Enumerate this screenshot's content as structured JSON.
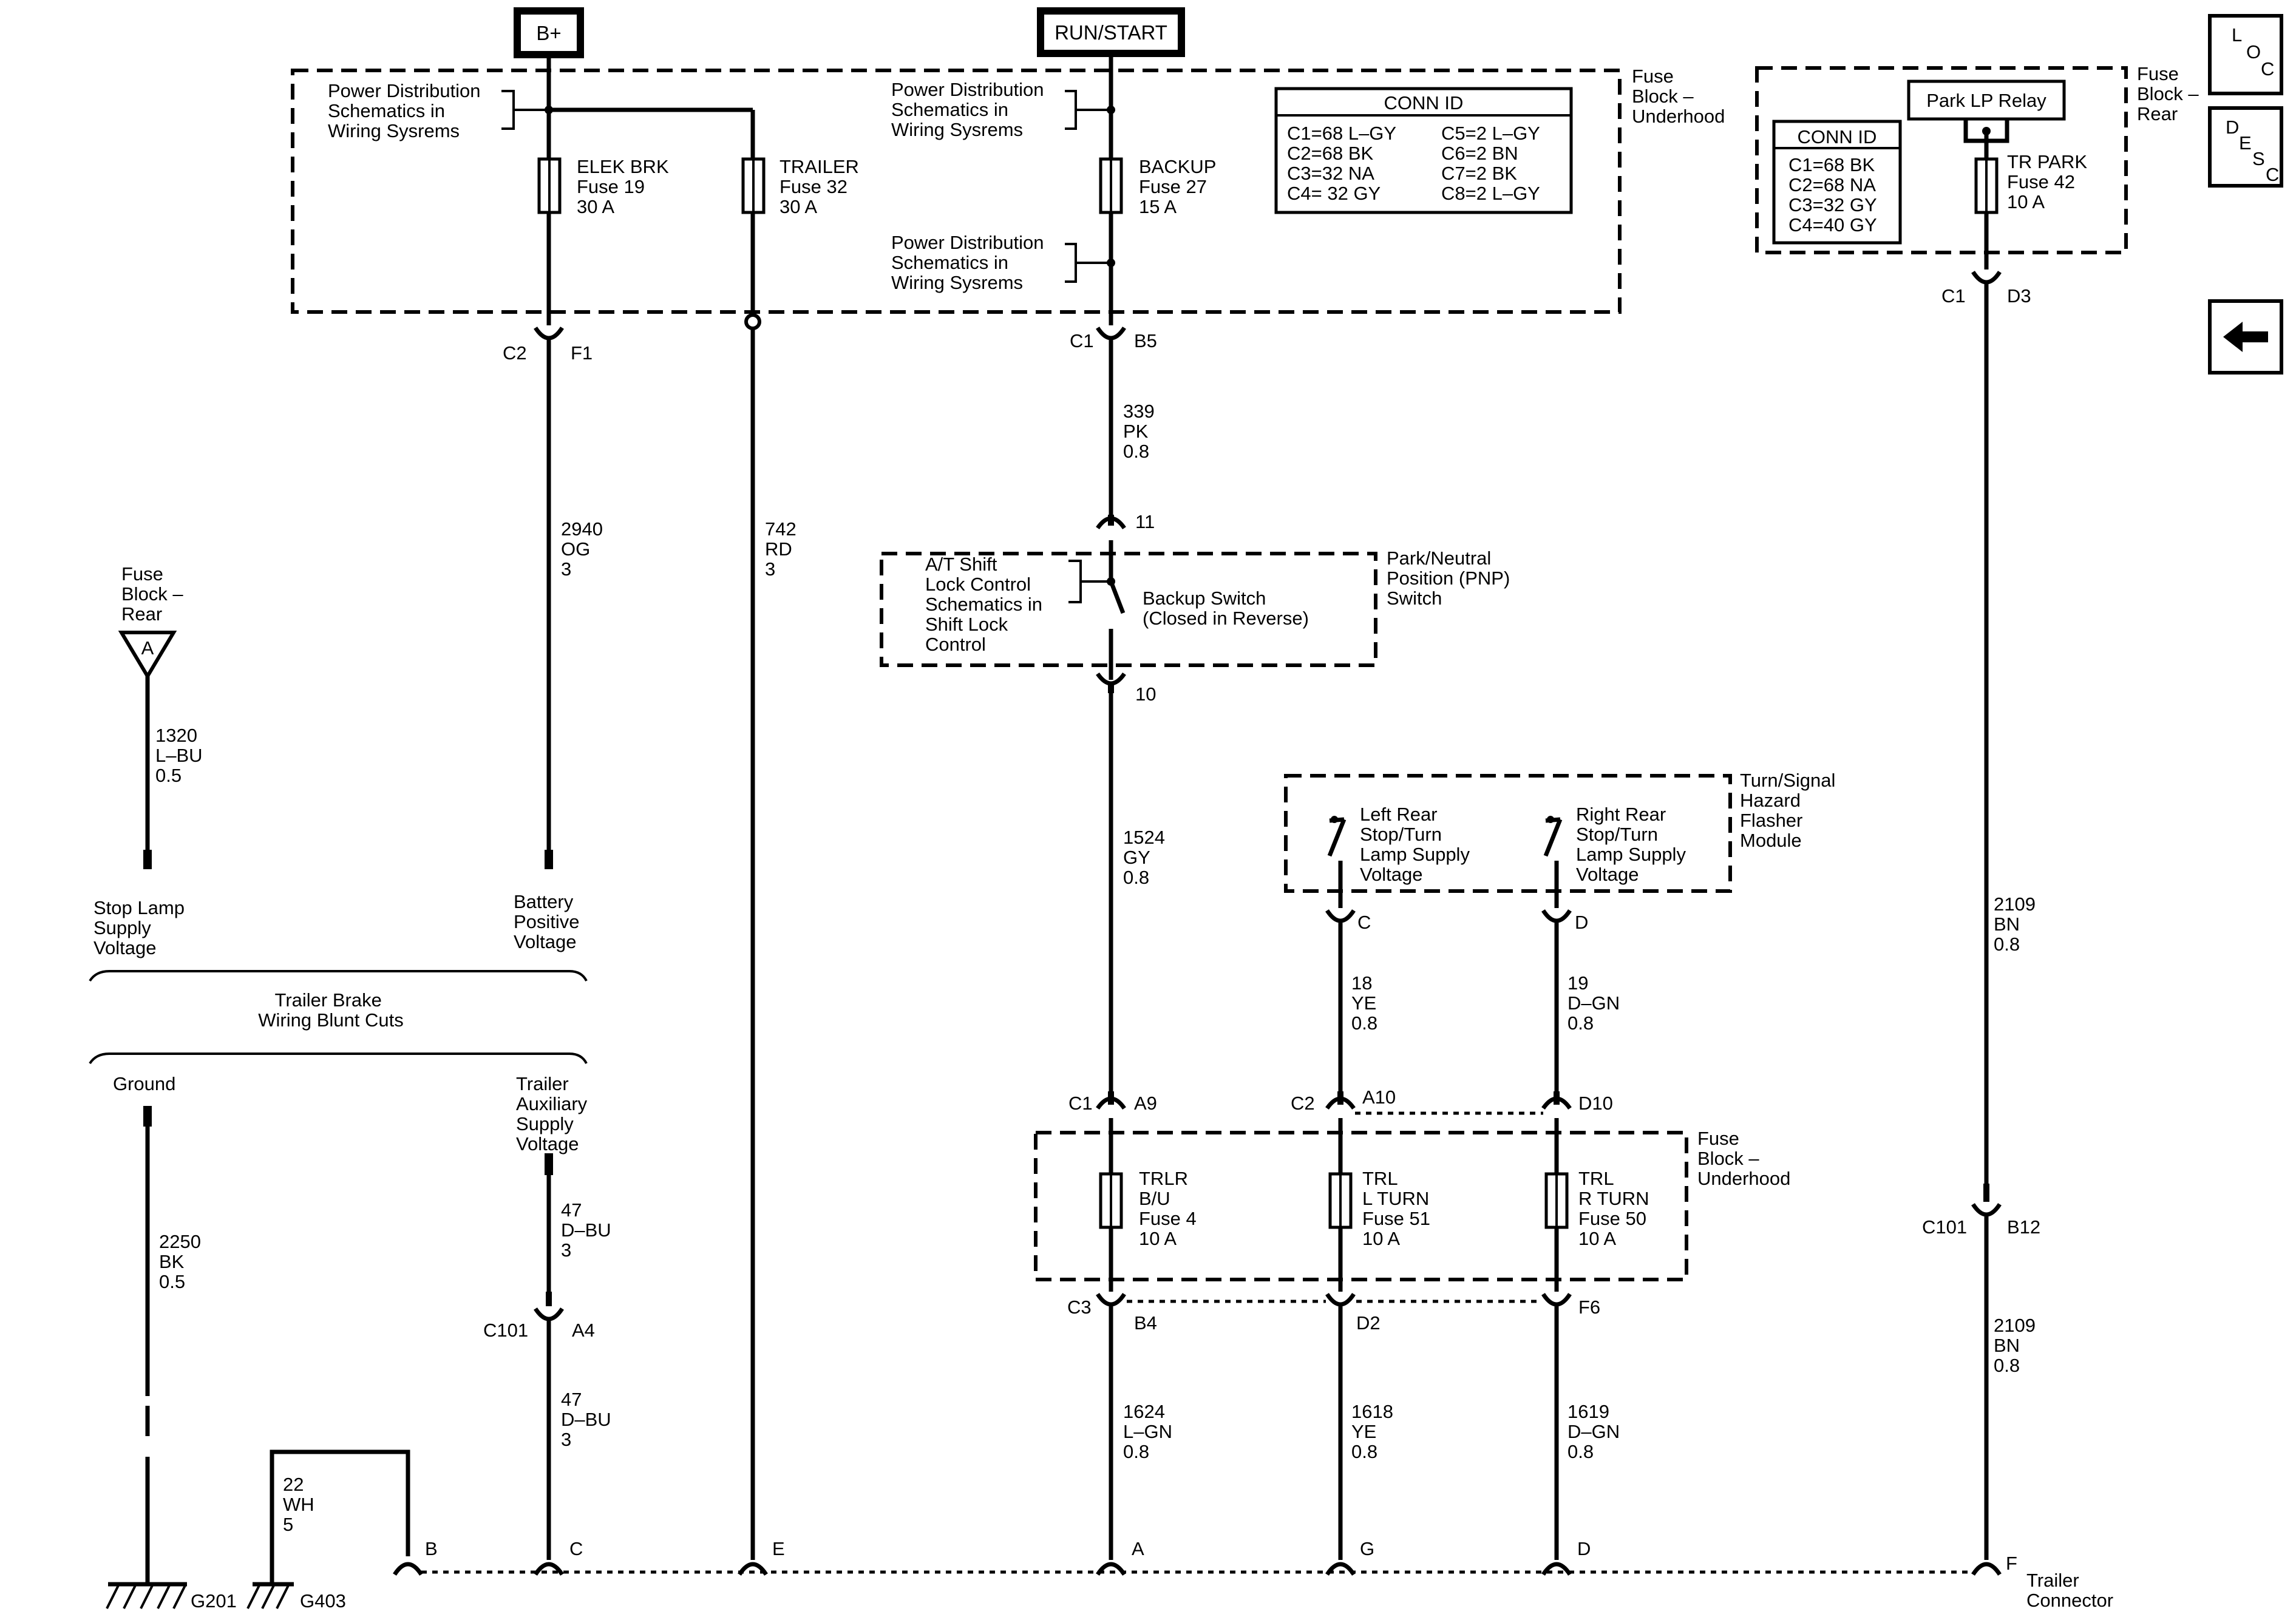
{
  "power_sources": {
    "battery": "B+",
    "ignition": "RUN/START"
  },
  "fuse_block_underhood_top": {
    "title_lines": [
      "Fuse",
      "Block –",
      "Underhood"
    ],
    "ref1_lines": [
      "Power Distribution",
      "Schematics in",
      "Wiring Sysrems"
    ],
    "ref2_lines": [
      "Power Distribution",
      "Schematics in",
      "Wiring Sysrems"
    ],
    "ref3_lines": [
      "Power Distribution",
      "Schematics in",
      "Wiring Sysrems"
    ],
    "fuse_elek": [
      "ELEK BRK",
      "Fuse 19",
      "30 A"
    ],
    "fuse_trailer": [
      "TRAILER",
      "Fuse 32",
      "30 A"
    ],
    "fuse_backup": [
      "BACKUP",
      "Fuse 27",
      "15 A"
    ],
    "conn_id": {
      "title": "CONN ID",
      "left": [
        "C1=68 L–GY",
        "C2=68 BK",
        "C3=32 NA",
        "C4= 32 GY"
      ],
      "right": [
        "C5=2 L–GY",
        "C6=2 BN",
        "C7=2 BK",
        "C8=2 L–GY"
      ]
    }
  },
  "fuse_block_rear": {
    "title_lines": [
      "Fuse",
      "Block –",
      "Rear"
    ],
    "relay": "Park LP Relay",
    "conn_id": {
      "title": "CONN ID",
      "rows": [
        "C1=68 BK",
        "C2=68 NA",
        "C3=32 GY",
        "C4=40 GY"
      ]
    },
    "fuse_park": [
      "TR PARK",
      "Fuse 42",
      "10 A"
    ]
  },
  "connectors": {
    "c2": "C2",
    "f1": "F1",
    "c1_top": "C1",
    "b5": "B5",
    "c1_rear": "C1",
    "d3": "D3",
    "pin11": "11",
    "pin10": "10",
    "pin_c": "C",
    "pin_d": "D",
    "c1_bottom": "C1",
    "a9": "A9",
    "c2_bottom": "C2",
    "a10": "A10",
    "d10": "D10",
    "c3": "C3",
    "b4": "B4",
    "d2": "D2",
    "f6": "F6",
    "c101_left": "C101",
    "a4": "A4",
    "c101_right": "C101",
    "b12": "B12"
  },
  "wires": {
    "w339": [
      "339",
      "PK",
      "0.8"
    ],
    "w2940": [
      "2940",
      "OG",
      "3"
    ],
    "w742": [
      "742",
      "RD",
      "3"
    ],
    "w1320": [
      "1320",
      "L–BU",
      "0.5"
    ],
    "w1524": [
      "1524",
      "GY",
      "0.8"
    ],
    "w18": [
      "18",
      "YE",
      "0.8"
    ],
    "w19": [
      "19",
      "D–GN",
      "0.8"
    ],
    "w2109a": [
      "2109",
      "BN",
      "0.8"
    ],
    "w2250": [
      "2250",
      "BK",
      "0.5"
    ],
    "w47a": [
      "47",
      "D–BU",
      "3"
    ],
    "w47b": [
      "47",
      "D–BU",
      "3"
    ],
    "w1624": [
      "1624",
      "L–GN",
      "0.8"
    ],
    "w1618": [
      "1618",
      "YE",
      "0.8"
    ],
    "w1619": [
      "1619",
      "D–GN",
      "0.8"
    ],
    "w2109b": [
      "2109",
      "BN",
      "0.8"
    ],
    "w22": [
      "22",
      "WH",
      "5"
    ]
  },
  "pnp_switch": {
    "title_lines": [
      "Park/Neutral",
      "Position (PNP)",
      "Switch"
    ],
    "ref_lines": [
      "A/T Shift",
      "Lock Control",
      "Schematics in",
      "Shift Lock",
      "Control"
    ],
    "switch_lines": [
      "Backup Switch",
      "(Closed in Reverse)"
    ]
  },
  "fuse_block_rear_ref": {
    "lines": [
      "Fuse",
      "Block –",
      "Rear"
    ],
    "pin": "A"
  },
  "flasher_module": {
    "title_lines": [
      "Turn/Signal",
      "Hazard",
      "Flasher",
      "Module"
    ],
    "left_lines": [
      "Left Rear",
      "Stop/Turn",
      "Lamp Supply",
      "Voltage"
    ],
    "right_lines": [
      "Right Rear",
      "Stop/Turn",
      "Lamp Supply",
      "Voltage"
    ]
  },
  "fuse_block_underhood_bottom": {
    "title_lines": [
      "Fuse",
      "Block –",
      "Underhood"
    ],
    "fuse_trlr": [
      "TRLR",
      "B/U",
      "Fuse 4",
      "10 A"
    ],
    "fuse_lturn": [
      "TRL",
      "L TURN",
      "Fuse 51",
      "10 A"
    ],
    "fuse_rturn": [
      "TRL",
      "R TURN",
      "Fuse 50",
      "10 A"
    ]
  },
  "blunt_cuts": {
    "stop_lamp": [
      "Stop Lamp",
      "Supply",
      "Voltage"
    ],
    "battery_pos": [
      "Battery",
      "Positive",
      "Voltage"
    ],
    "title": [
      "Trailer Brake",
      "Wiring Blunt Cuts"
    ],
    "ground": "Ground",
    "aux": [
      "Trailer",
      "Auxiliary",
      "Supply",
      "Voltage"
    ]
  },
  "grounds": {
    "g201": "G201",
    "g403": "G403"
  },
  "trailer_connector": {
    "pins": [
      "B",
      "C",
      "E",
      "A",
      "G",
      "D",
      "F"
    ],
    "title": [
      "Trailer",
      "Connector"
    ]
  },
  "nav": {
    "loc": [
      "L",
      "O",
      "C"
    ],
    "desc": [
      "D",
      "E",
      "S",
      "C"
    ],
    "back_icon": "arrow-left-icon"
  }
}
